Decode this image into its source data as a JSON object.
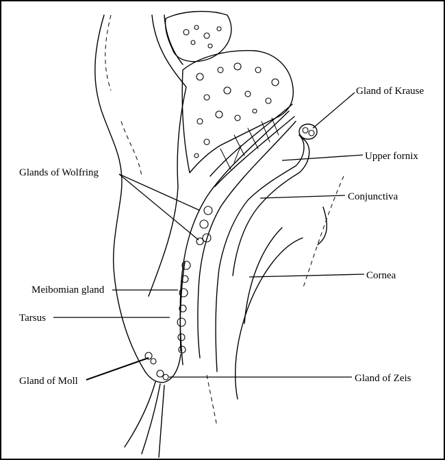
{
  "labels": {
    "gland_of_krause": "Gland of Krause",
    "upper_fornix": "Upper fornix",
    "glands_of_wolfring": "Glands of Wolfring",
    "conjunctiva": "Conjunctiva",
    "cornea": "Cornea",
    "meibomian_gland": "Meibomian gland",
    "tarsus": "Tarsus",
    "gland_of_moll": "Gland of Moll",
    "gland_of_zeis": "Gland of Zeis"
  },
  "colors": {
    "ink": "#000000",
    "paper": "#ffffff"
  }
}
